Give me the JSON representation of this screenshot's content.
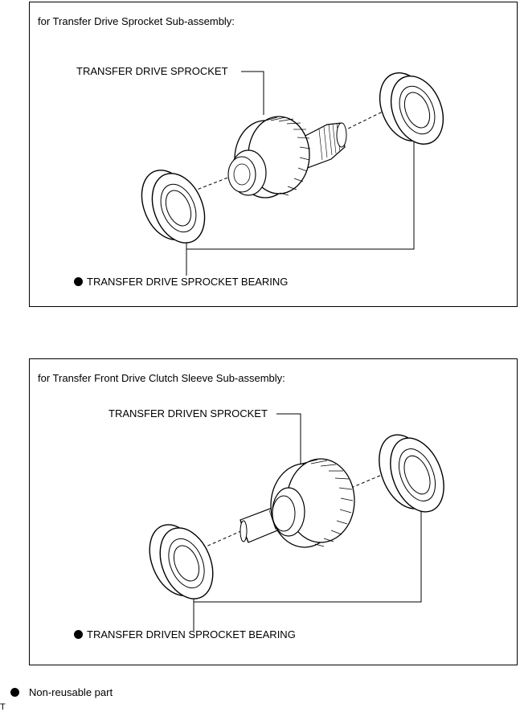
{
  "panels": [
    {
      "title": "for Transfer Drive Sprocket Sub-assembly:",
      "part_label": "TRANSFER DRIVE SPROCKET",
      "bearing_label": "TRANSFER DRIVE SPROCKET BEARING"
    },
    {
      "title": "for Transfer Front Drive Clutch Sleeve Sub-assembly:",
      "part_label": "TRANSFER DRIVEN SPROCKET",
      "bearing_label": "TRANSFER DRIVEN SPROCKET BEARING"
    }
  ],
  "legend": {
    "icon": "filled-circle-icon",
    "label": "Non-reusable part"
  },
  "corner_mark": "T"
}
